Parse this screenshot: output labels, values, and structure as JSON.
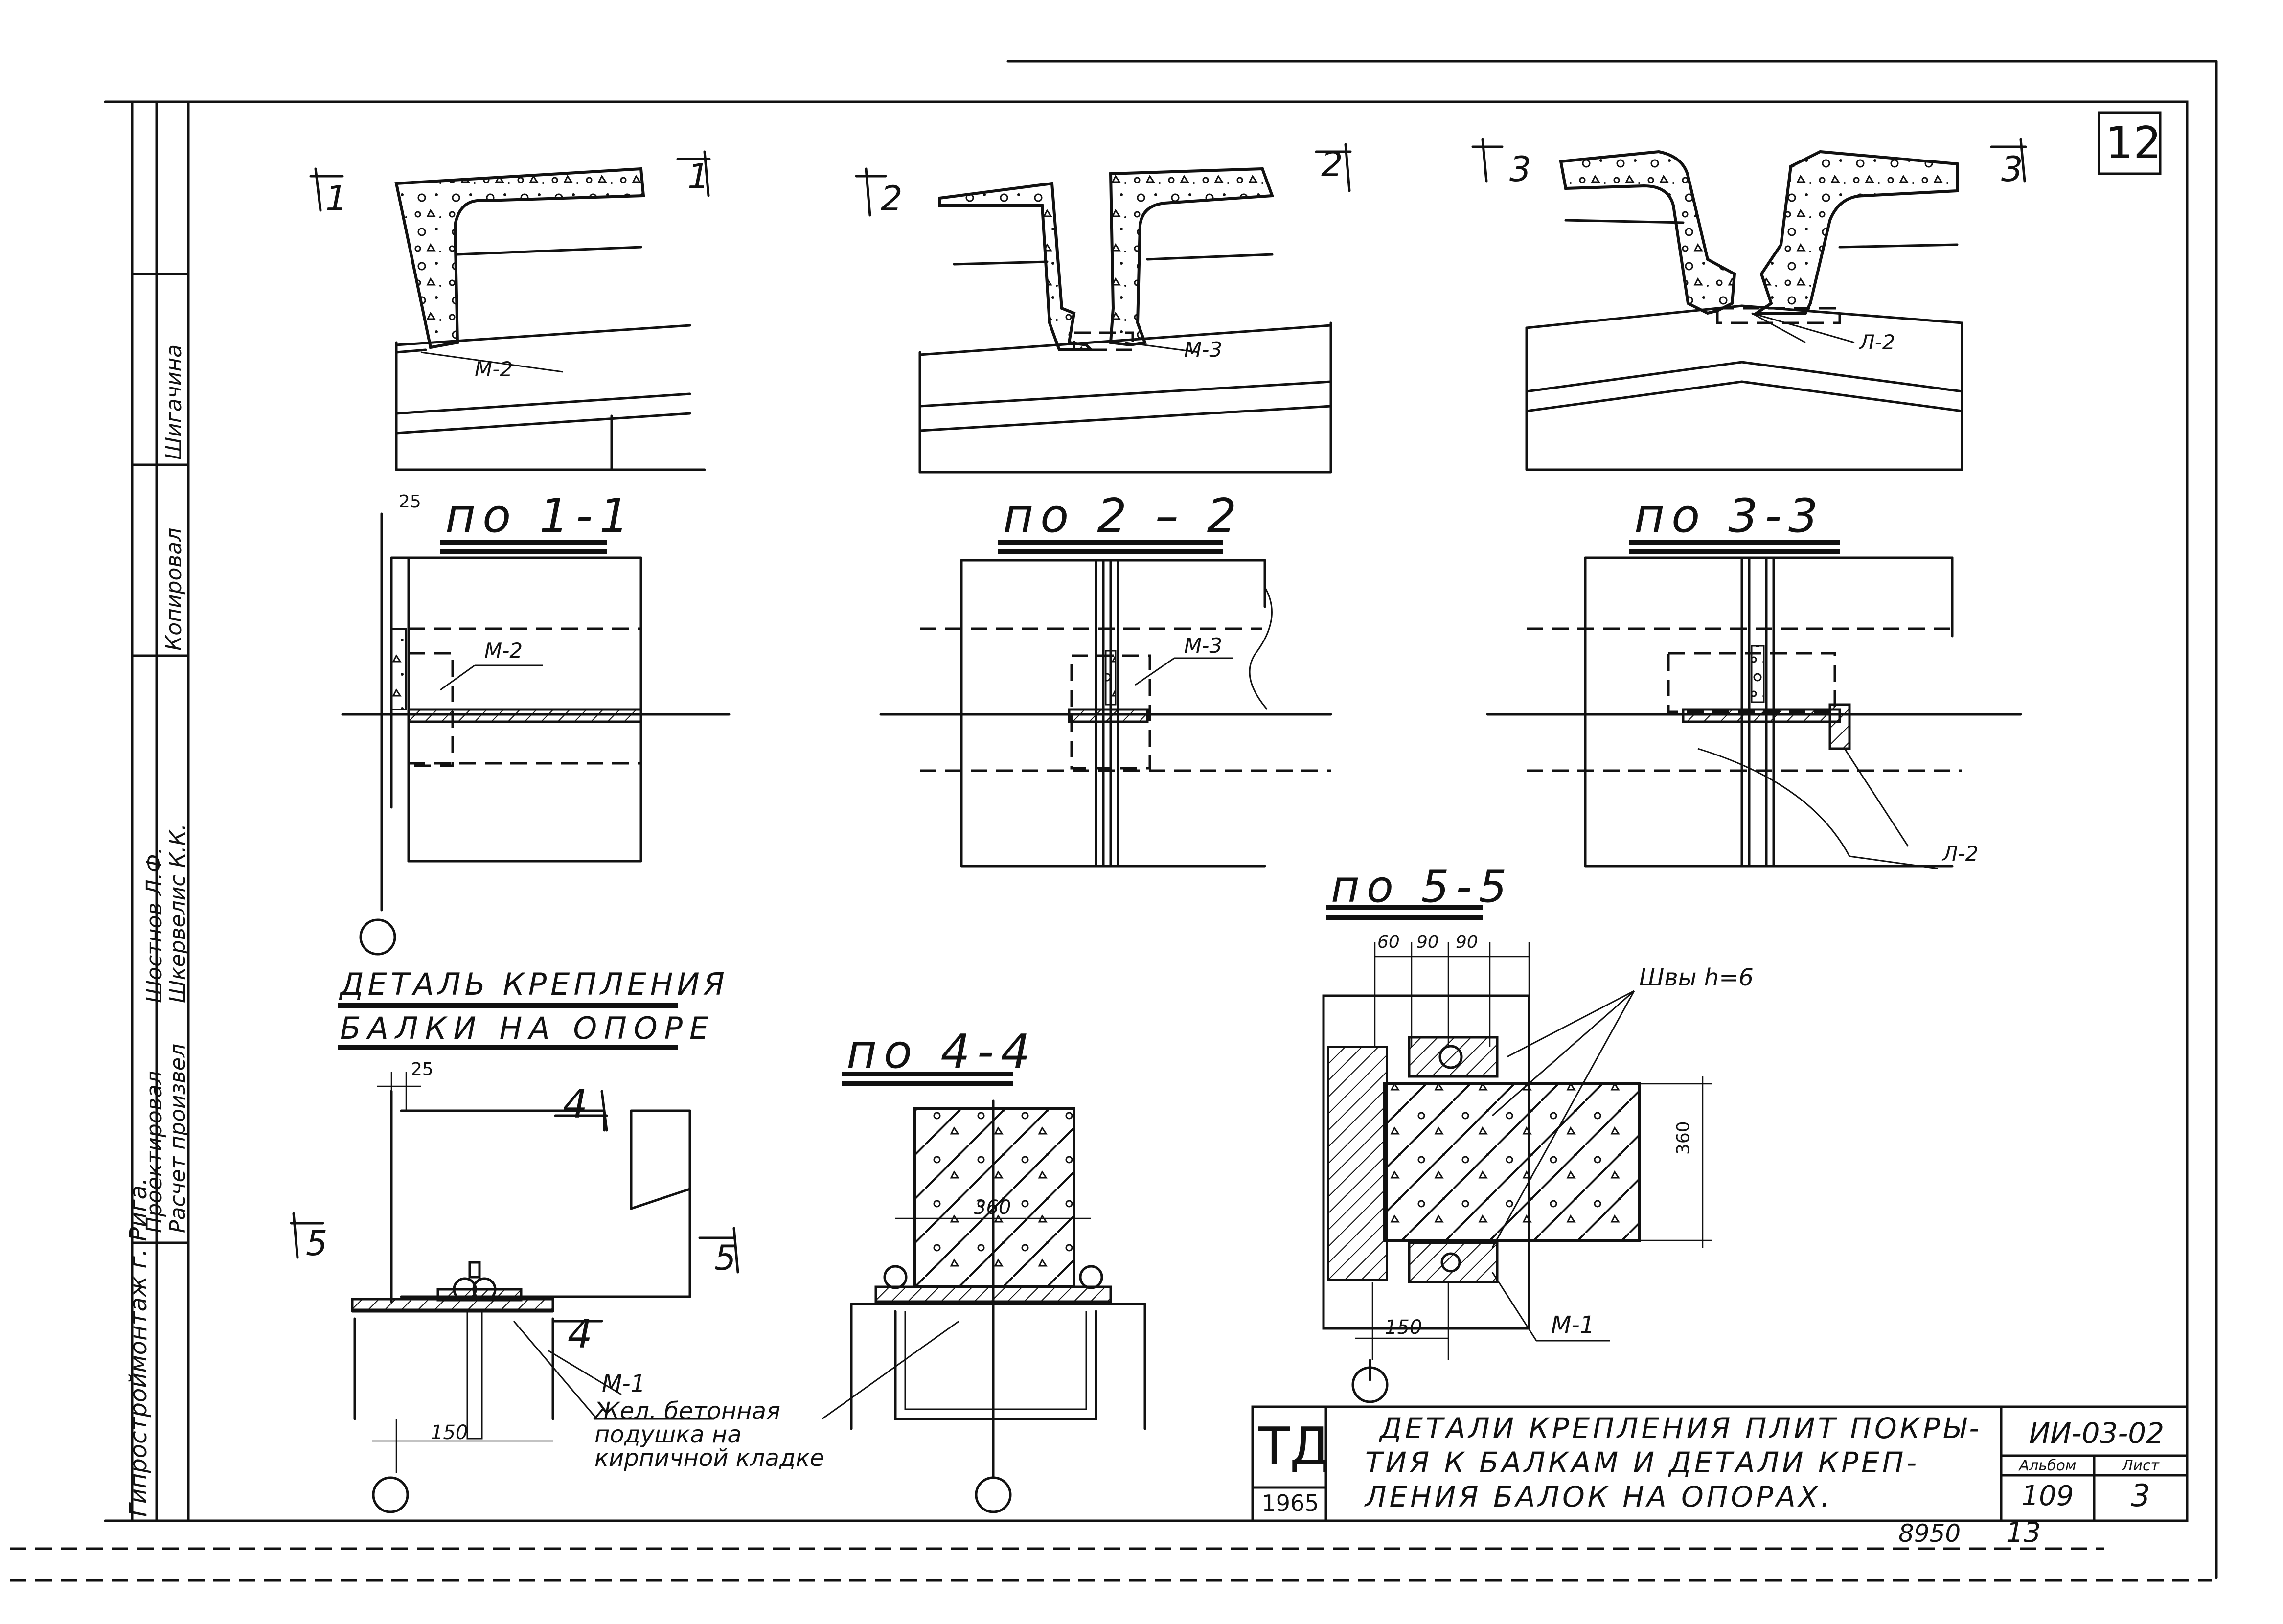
{
  "sheet": {
    "sheet_no": "12",
    "sections": {
      "s11": "по 1-1",
      "s22": "по 2 – 2",
      "s33": "по 3-3",
      "s44": "по 4-4",
      "s55": "по 5-5"
    },
    "cut_marks": {
      "c1": "1",
      "c2": "2",
      "c3": "3",
      "c4": "4",
      "c5": "5"
    },
    "labels": {
      "m2": "М-2",
      "m3": "М-3",
      "l2": "Л-2",
      "m1": "М-1",
      "welds": "Швы h=6",
      "pad_line1": "Жел. бетонная",
      "pad_line2": "подушка на",
      "pad_line3": "кирпичной кладке"
    },
    "detail_title": {
      "line1": "Деталь крепления",
      "line2": "балки на опоре"
    },
    "dims": {
      "d25a": "25",
      "d25b": "25",
      "d150a": "150",
      "d150b": "150",
      "d360a": "360",
      "d360b": "360",
      "d60": "60",
      "d90a": "90",
      "d90b": "90"
    },
    "side_stamp": {
      "org": "Гипростроймонтаж г. Рига.",
      "role1": "Проектировал",
      "role2": "Расчет произвел",
      "role3": "Копировал",
      "name1": "Шостнов Л.Ф.",
      "name2": "Шкервелис К.К.",
      "name3": "Шигачина"
    },
    "title_block": {
      "logo": "ТД",
      "year": "1965",
      "title_line1": "Детали крепления плит покры-",
      "title_line2": "тия к балкам и детали креп-",
      "title_line3": "ления балок на опорах.",
      "code": "ИИ-03-02",
      "album_label": "Альбом",
      "album_value": "109",
      "sheet_label": "Лист",
      "sheet_value": "3"
    },
    "footer": {
      "order_no": "8950",
      "page_no": "13"
    }
  }
}
